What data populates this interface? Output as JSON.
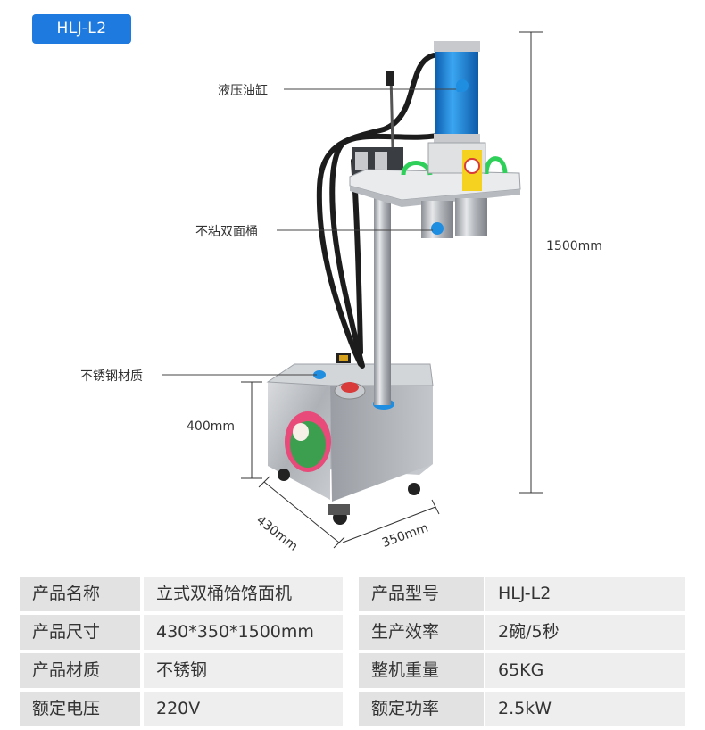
{
  "model_badge": "HLJ-L2",
  "callouts": {
    "hydraulic_cylinder": "液压油缸",
    "nonstick_buckets": "不粘双面桶",
    "stainless_material": "不锈钢材质"
  },
  "dimensions": {
    "height": "1500mm",
    "base_height": "400mm",
    "depth": "430mm",
    "width": "350mm"
  },
  "colors": {
    "badge": "#1f7ae0",
    "cylinder_blue": "#1f8ee0",
    "steel": "#b8bcc2",
    "hose": "#1c1c1c",
    "label_cell": "#e2e2e2",
    "value_cell": "#eeeeee"
  },
  "specs": [
    {
      "label": "产品名称",
      "value": "立式双桶饸饹面机",
      "label2": "产品型号",
      "value2": "HLJ-L2"
    },
    {
      "label": "产品尺寸",
      "value": "430*350*1500mm",
      "label2": "生产效率",
      "value2": "2碗/5秒"
    },
    {
      "label": "产品材质",
      "value": "不锈钢",
      "label2": "整机重量",
      "value2": "65KG"
    },
    {
      "label": "额定电压",
      "value": "220V",
      "label2": "额定功率",
      "value2": "2.5kW"
    }
  ]
}
